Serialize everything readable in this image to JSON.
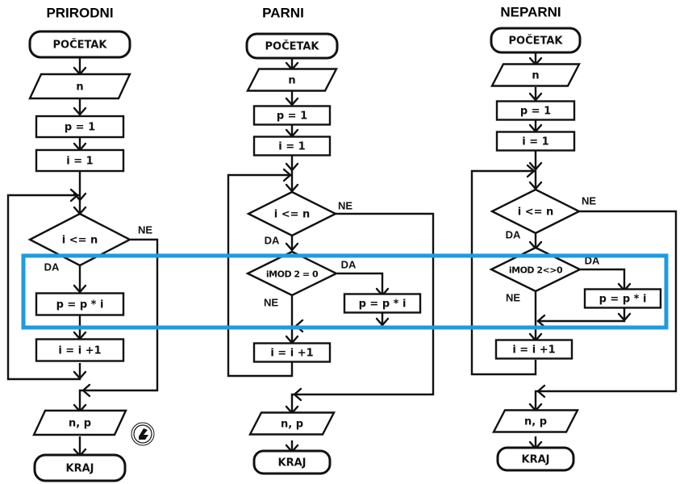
{
  "diagram": {
    "highlight_color": "#1e9be0",
    "flowcharts": [
      {
        "id": "prirodni",
        "title": "PRIRODNI",
        "start": "POČETAK",
        "input": "n",
        "init_p": "p = 1",
        "init_i": "i = 1",
        "loop_condition": "i <= n",
        "loop_yes": "DA",
        "loop_no": "NE",
        "body": "p = p * i",
        "increment": "i = i +1",
        "output": "n, p",
        "end": "KRAJ"
      },
      {
        "id": "parni",
        "title": "PARNI",
        "start": "POČETAK",
        "input": "n",
        "init_p": "p = 1",
        "init_i": "i = 1",
        "loop_condition": "i <= n",
        "loop_yes": "DA",
        "loop_no": "NE",
        "inner_condition": "iMOD 2 = 0",
        "inner_yes": "DA",
        "inner_no": "NE",
        "body": "p = p * i",
        "increment": "i = i +1",
        "output": "n, p",
        "end": "KRAJ"
      },
      {
        "id": "neparni",
        "title": "NEPARNI",
        "start": "POČETAK",
        "input": "n",
        "init_p": "p = 1",
        "init_i": "i = 1",
        "loop_condition": "i <= n",
        "loop_yes": "DA",
        "loop_no": "NE",
        "inner_condition": "iMOD 2<>0",
        "inner_yes": "DA",
        "inner_no": "NE",
        "body": "p = p * i",
        "increment": "i = i +1",
        "output": "n, p",
        "end": "KRAJ"
      }
    ],
    "badge_icon": "circled-arrow-icon"
  }
}
